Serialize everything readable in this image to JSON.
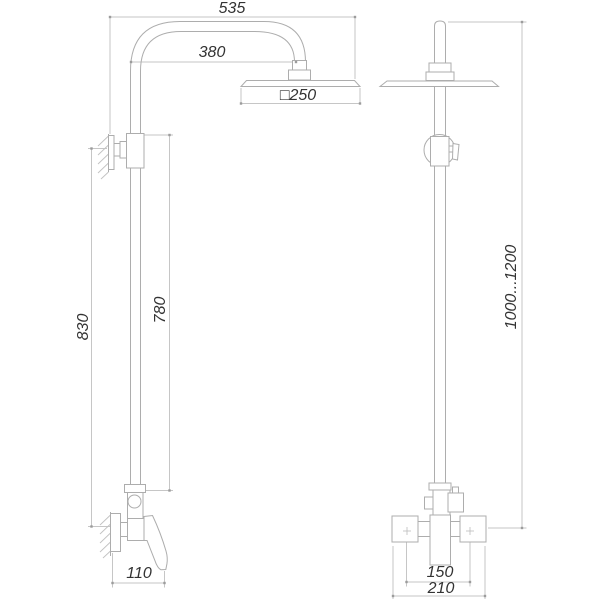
{
  "colors": {
    "background": "#ffffff",
    "product_outline": "#adadad",
    "dimension_lines": "#c6c6c6",
    "label_text": "#333333"
  },
  "views": {
    "side": {
      "dimensions": {
        "overall_reach": "535",
        "arm_offset": "380",
        "head_size": "□250",
        "bracket_height": "830",
        "riser_height": "780",
        "mixer_depth": "110"
      }
    },
    "front": {
      "dimensions": {
        "height_range": "1000...1200",
        "connection_spacing": "150",
        "mixer_width": "210"
      }
    }
  }
}
